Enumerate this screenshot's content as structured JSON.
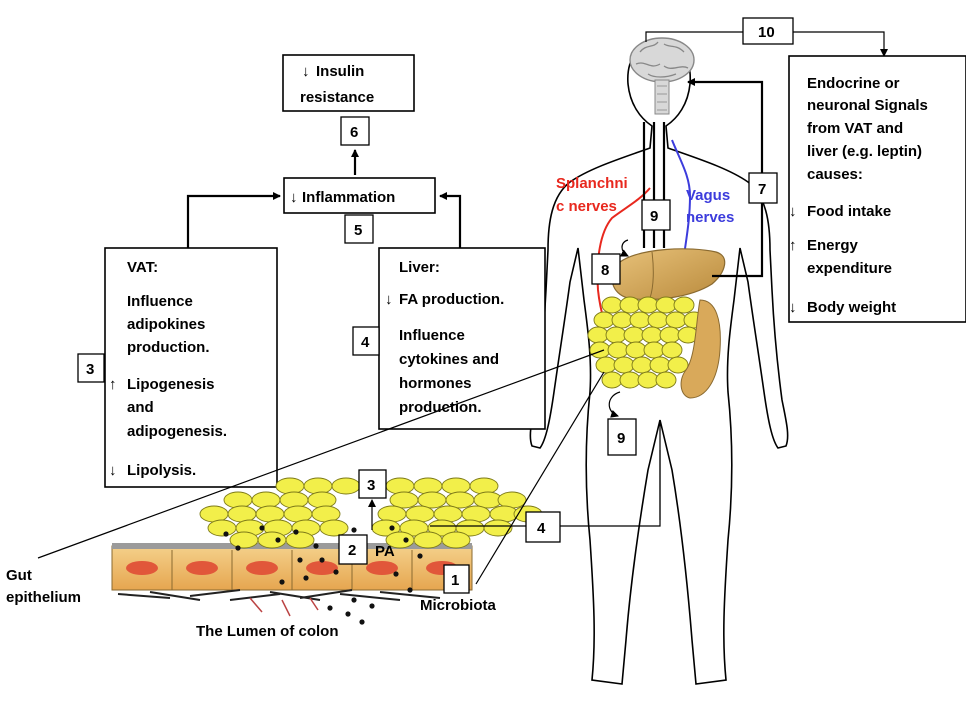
{
  "insulin": {
    "line1": "Insulin",
    "line2": "resistance"
  },
  "inflammation": "Inflammation",
  "vat": {
    "title": "VAT:",
    "l1": "Influence",
    "l2": "adipokines",
    "l3": "production.",
    "l4": "Lipogenesis",
    "l5": "and",
    "l6": "adipogenesis.",
    "l7": "Lipolysis."
  },
  "liver": {
    "title": "Liver:",
    "l1": "FA production.",
    "l2": "Influence",
    "l3": "cytokines and",
    "l4": "hormones",
    "l5": "production."
  },
  "endocrine": {
    "l1": "Endocrine or",
    "l2": "neuronal Signals",
    "l3": "from VAT and",
    "l4": "liver (e.g. leptin)",
    "l5": "causes:",
    "l6": "Food intake",
    "l7": "Energy",
    "l8": "expenditure",
    "l9": "Body weight"
  },
  "nerves": {
    "splanchnic1": "Splanchni",
    "splanchnic2": "c nerves",
    "vagus1": "Vagus",
    "vagus2": "nerves"
  },
  "gut": {
    "epithelium1": "Gut",
    "epithelium2": "epithelium",
    "lumen": "The Lumen of colon",
    "microbiota": "Microbiota",
    "pa": "PA"
  },
  "numbers": {
    "n1": "1",
    "n2": "2",
    "n3a": "3",
    "n3b": "3",
    "n4a": "4",
    "n4b": "4",
    "n5": "5",
    "n6": "6",
    "n7": "7",
    "n8": "8",
    "n9a": "9",
    "n9b": "9",
    "n10": "10"
  },
  "colors": {
    "splanchnic": "#e8281e",
    "vagus": "#3c3cdc",
    "fat": "#f2ef4a",
    "liver": "#d9a95a"
  }
}
